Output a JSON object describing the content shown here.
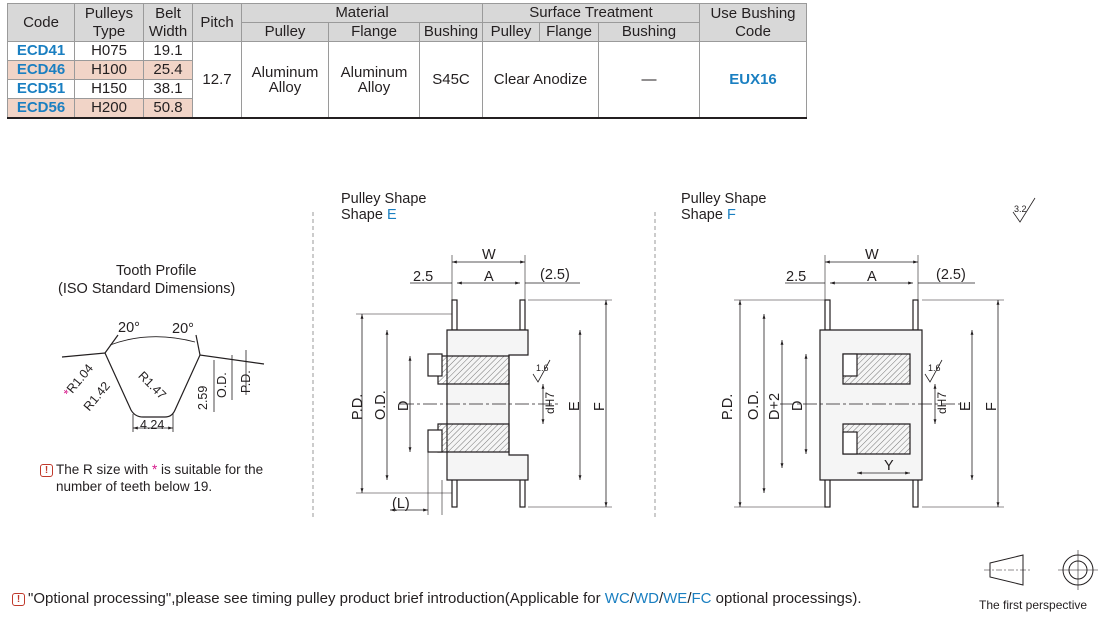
{
  "table": {
    "headers": {
      "code": "Code",
      "pulleys_type": [
        "Pulleys",
        "Type"
      ],
      "belt_width": [
        "Belt",
        "Width"
      ],
      "pitch": "Pitch",
      "material": "Material",
      "material_pulley": "Pulley",
      "material_flange": "Flange",
      "material_bushing": "Bushing",
      "surface_treatment": "Surface Treatment",
      "st_pulley": "Pulley",
      "st_flange": "Flange",
      "st_bushing": "Bushing",
      "use_bushing": [
        "Use Bushing",
        "Code"
      ]
    },
    "rows": [
      {
        "code": "ECD41",
        "type": "H075",
        "belt_width": "19.1"
      },
      {
        "code": "ECD46",
        "type": "H100",
        "belt_width": "25.4"
      },
      {
        "code": "ECD51",
        "type": "H150",
        "belt_width": "38.1"
      },
      {
        "code": "ECD56",
        "type": "H200",
        "belt_width": "50.8"
      }
    ],
    "pitch": "12.7",
    "material_pulley": [
      "Aluminum",
      "Alloy"
    ],
    "material_flange": [
      "Aluminum",
      "Alloy"
    ],
    "material_bushing": "S45C",
    "st_pulley_flange": "Clear Anodize",
    "st_bushing": "—",
    "bushing_code": "EUX16"
  },
  "tooth_profile": {
    "title": [
      "Tooth Profile",
      "(ISO Standard Dimensions)"
    ],
    "angle_left": "20°",
    "angle_right": "20°",
    "r1": "R1.04",
    "r2": "R1.42",
    "r3": "R1.47",
    "depth": "2.59",
    "width": "4.24",
    "od": "O.D.",
    "pd": "P.D.",
    "star": "*",
    "note_prefix": "The R size with ",
    "note_star": "*",
    "note_suffix": " is suitable for the",
    "note_line2": "number of teeth below 19."
  },
  "shape_e": {
    "title_line1": "Pulley Shape",
    "title_prefix": "Shape ",
    "title_letter": "E",
    "w": "W",
    "a": "A",
    "left_offset": "2.5",
    "right_offset": "(2.5)",
    "pd": "P.D.",
    "od": "O.D.",
    "d": "D",
    "dh7": "dH7",
    "e": "E",
    "f": "F",
    "l": "(L)",
    "roughness": "1.6"
  },
  "shape_f": {
    "title_line1": "Pulley Shape",
    "title_prefix": "Shape ",
    "title_letter": "F",
    "w": "W",
    "a": "A",
    "left_offset": "2.5",
    "right_offset": "(2.5)",
    "pd": "P.D.",
    "od": "O.D.",
    "d2": "D+2",
    "d": "D",
    "dh7": "dH7",
    "e": "E",
    "f": "F",
    "y": "Y",
    "roughness": "1.6"
  },
  "general_roughness": "3.2",
  "footer": {
    "prefix": "\"Optional processing\",please see timing pulley product brief introduction(Applicable for ",
    "wc": "WC",
    "wd": "WD",
    "we": "WE",
    "fc": "FC",
    "sep": "/",
    "suffix": " optional processings)."
  },
  "first_perspective": "The first perspective",
  "colors": {
    "accent_blue": "#1a7fc1",
    "header_gray": "#d8d8d8",
    "row_pink": "#f1d4c7",
    "star_magenta": "#d6198a",
    "warn_red": "#c0392b"
  }
}
